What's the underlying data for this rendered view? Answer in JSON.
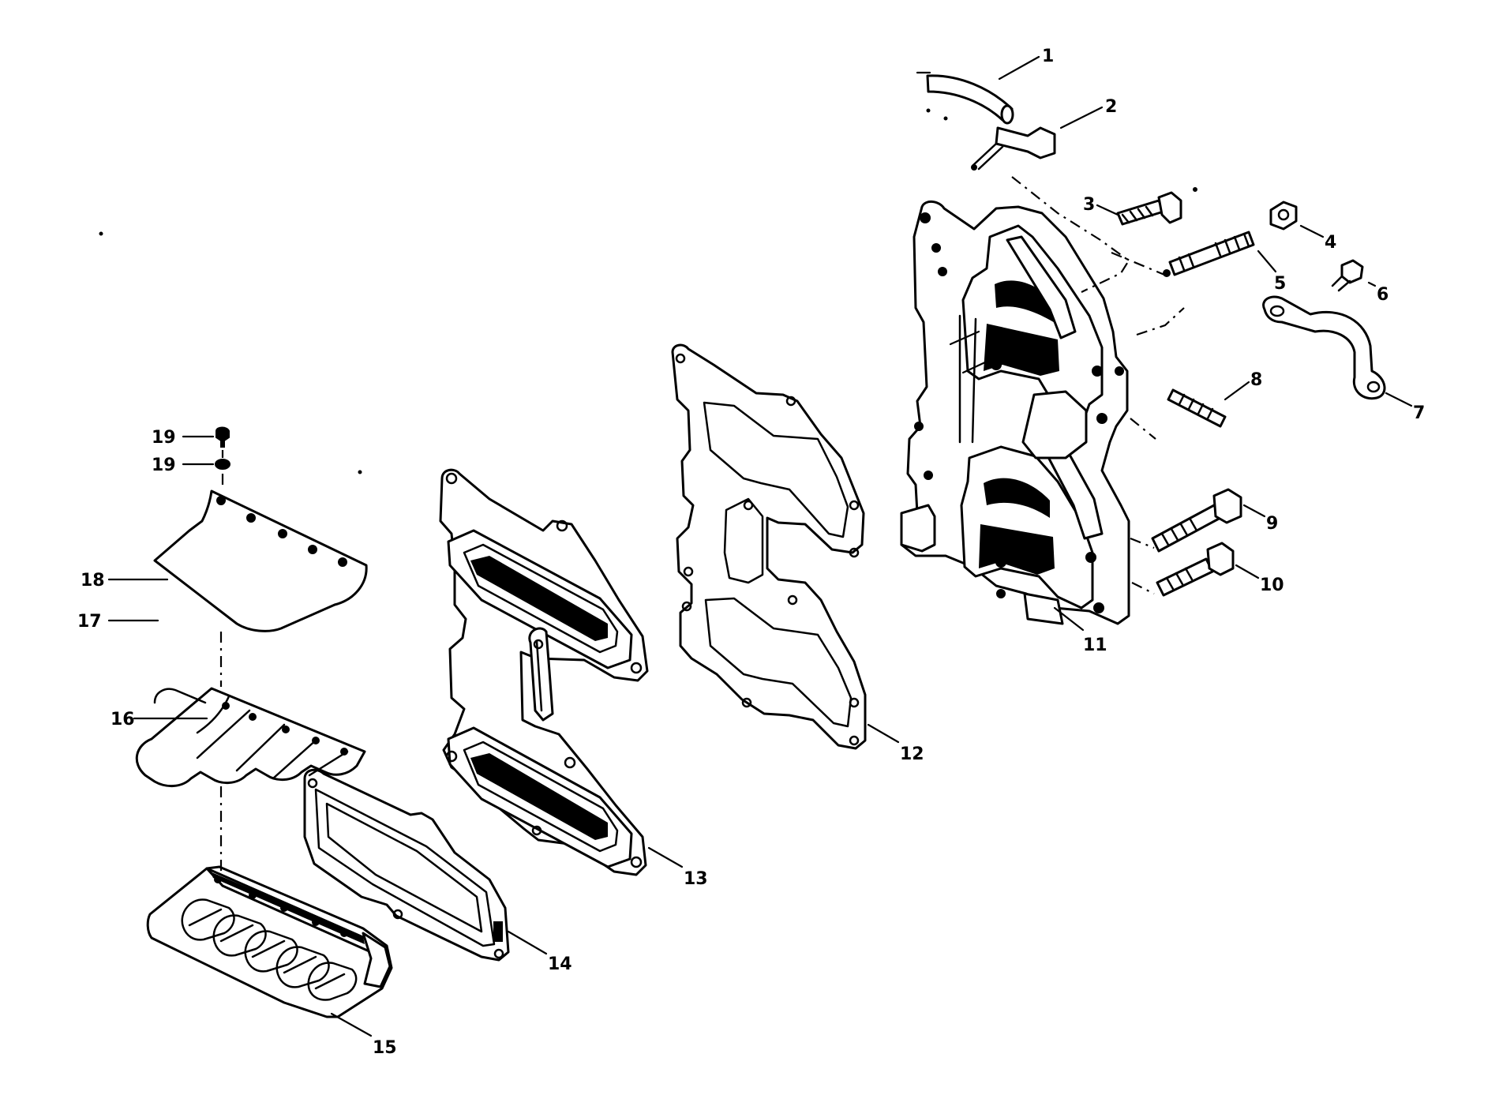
{
  "diagram": {
    "labels": [
      {
        "id": "1",
        "text": "1"
      },
      {
        "id": "2",
        "text": "2"
      },
      {
        "id": "3",
        "text": "3"
      },
      {
        "id": "4",
        "text": "4"
      },
      {
        "id": "5",
        "text": "5"
      },
      {
        "id": "6",
        "text": "6"
      },
      {
        "id": "7",
        "text": "7"
      },
      {
        "id": "8",
        "text": "8"
      },
      {
        "id": "9",
        "text": "9"
      },
      {
        "id": "10",
        "text": "10"
      },
      {
        "id": "11",
        "text": "11"
      },
      {
        "id": "12",
        "text": "12"
      },
      {
        "id": "13",
        "text": "13"
      },
      {
        "id": "14",
        "text": "14"
      },
      {
        "id": "15",
        "text": "15"
      },
      {
        "id": "16",
        "text": "16"
      },
      {
        "id": "17",
        "text": "17"
      },
      {
        "id": "18",
        "text": "18"
      },
      {
        "id": "19a",
        "text": "19"
      },
      {
        "id": "19b",
        "text": "19"
      }
    ]
  }
}
